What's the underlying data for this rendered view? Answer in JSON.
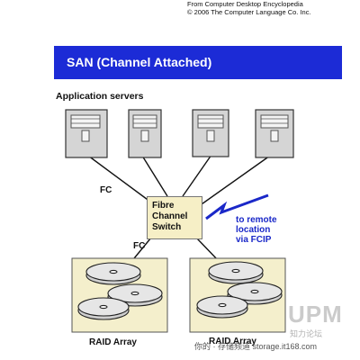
{
  "credit": {
    "line1": "From Computer Desktop Encyclopedia",
    "line2": "© 2006 The Computer Language Co. Inc."
  },
  "banner": {
    "title": "SAN (Channel Attached)",
    "color": "#1c2bd6"
  },
  "servers": {
    "label": "Application servers",
    "count": 4
  },
  "connections": {
    "fc_top": "FC",
    "fc_bottom": "FC"
  },
  "switch": {
    "line1": "Fibre",
    "line2": "Channel",
    "line3": "Switch",
    "fill": "#f6efc6"
  },
  "remote": {
    "line1": "to remote",
    "line2": "location",
    "line3": "via FCIP",
    "color": "#1a28c8"
  },
  "raid": {
    "label_1": "RAID Array",
    "label_2": "RAID Array"
  },
  "watermark": {
    "site": "你的 · 存储频道 storage.it168.com",
    "logo": "UPM",
    "logo_sub": "知力论坛"
  }
}
